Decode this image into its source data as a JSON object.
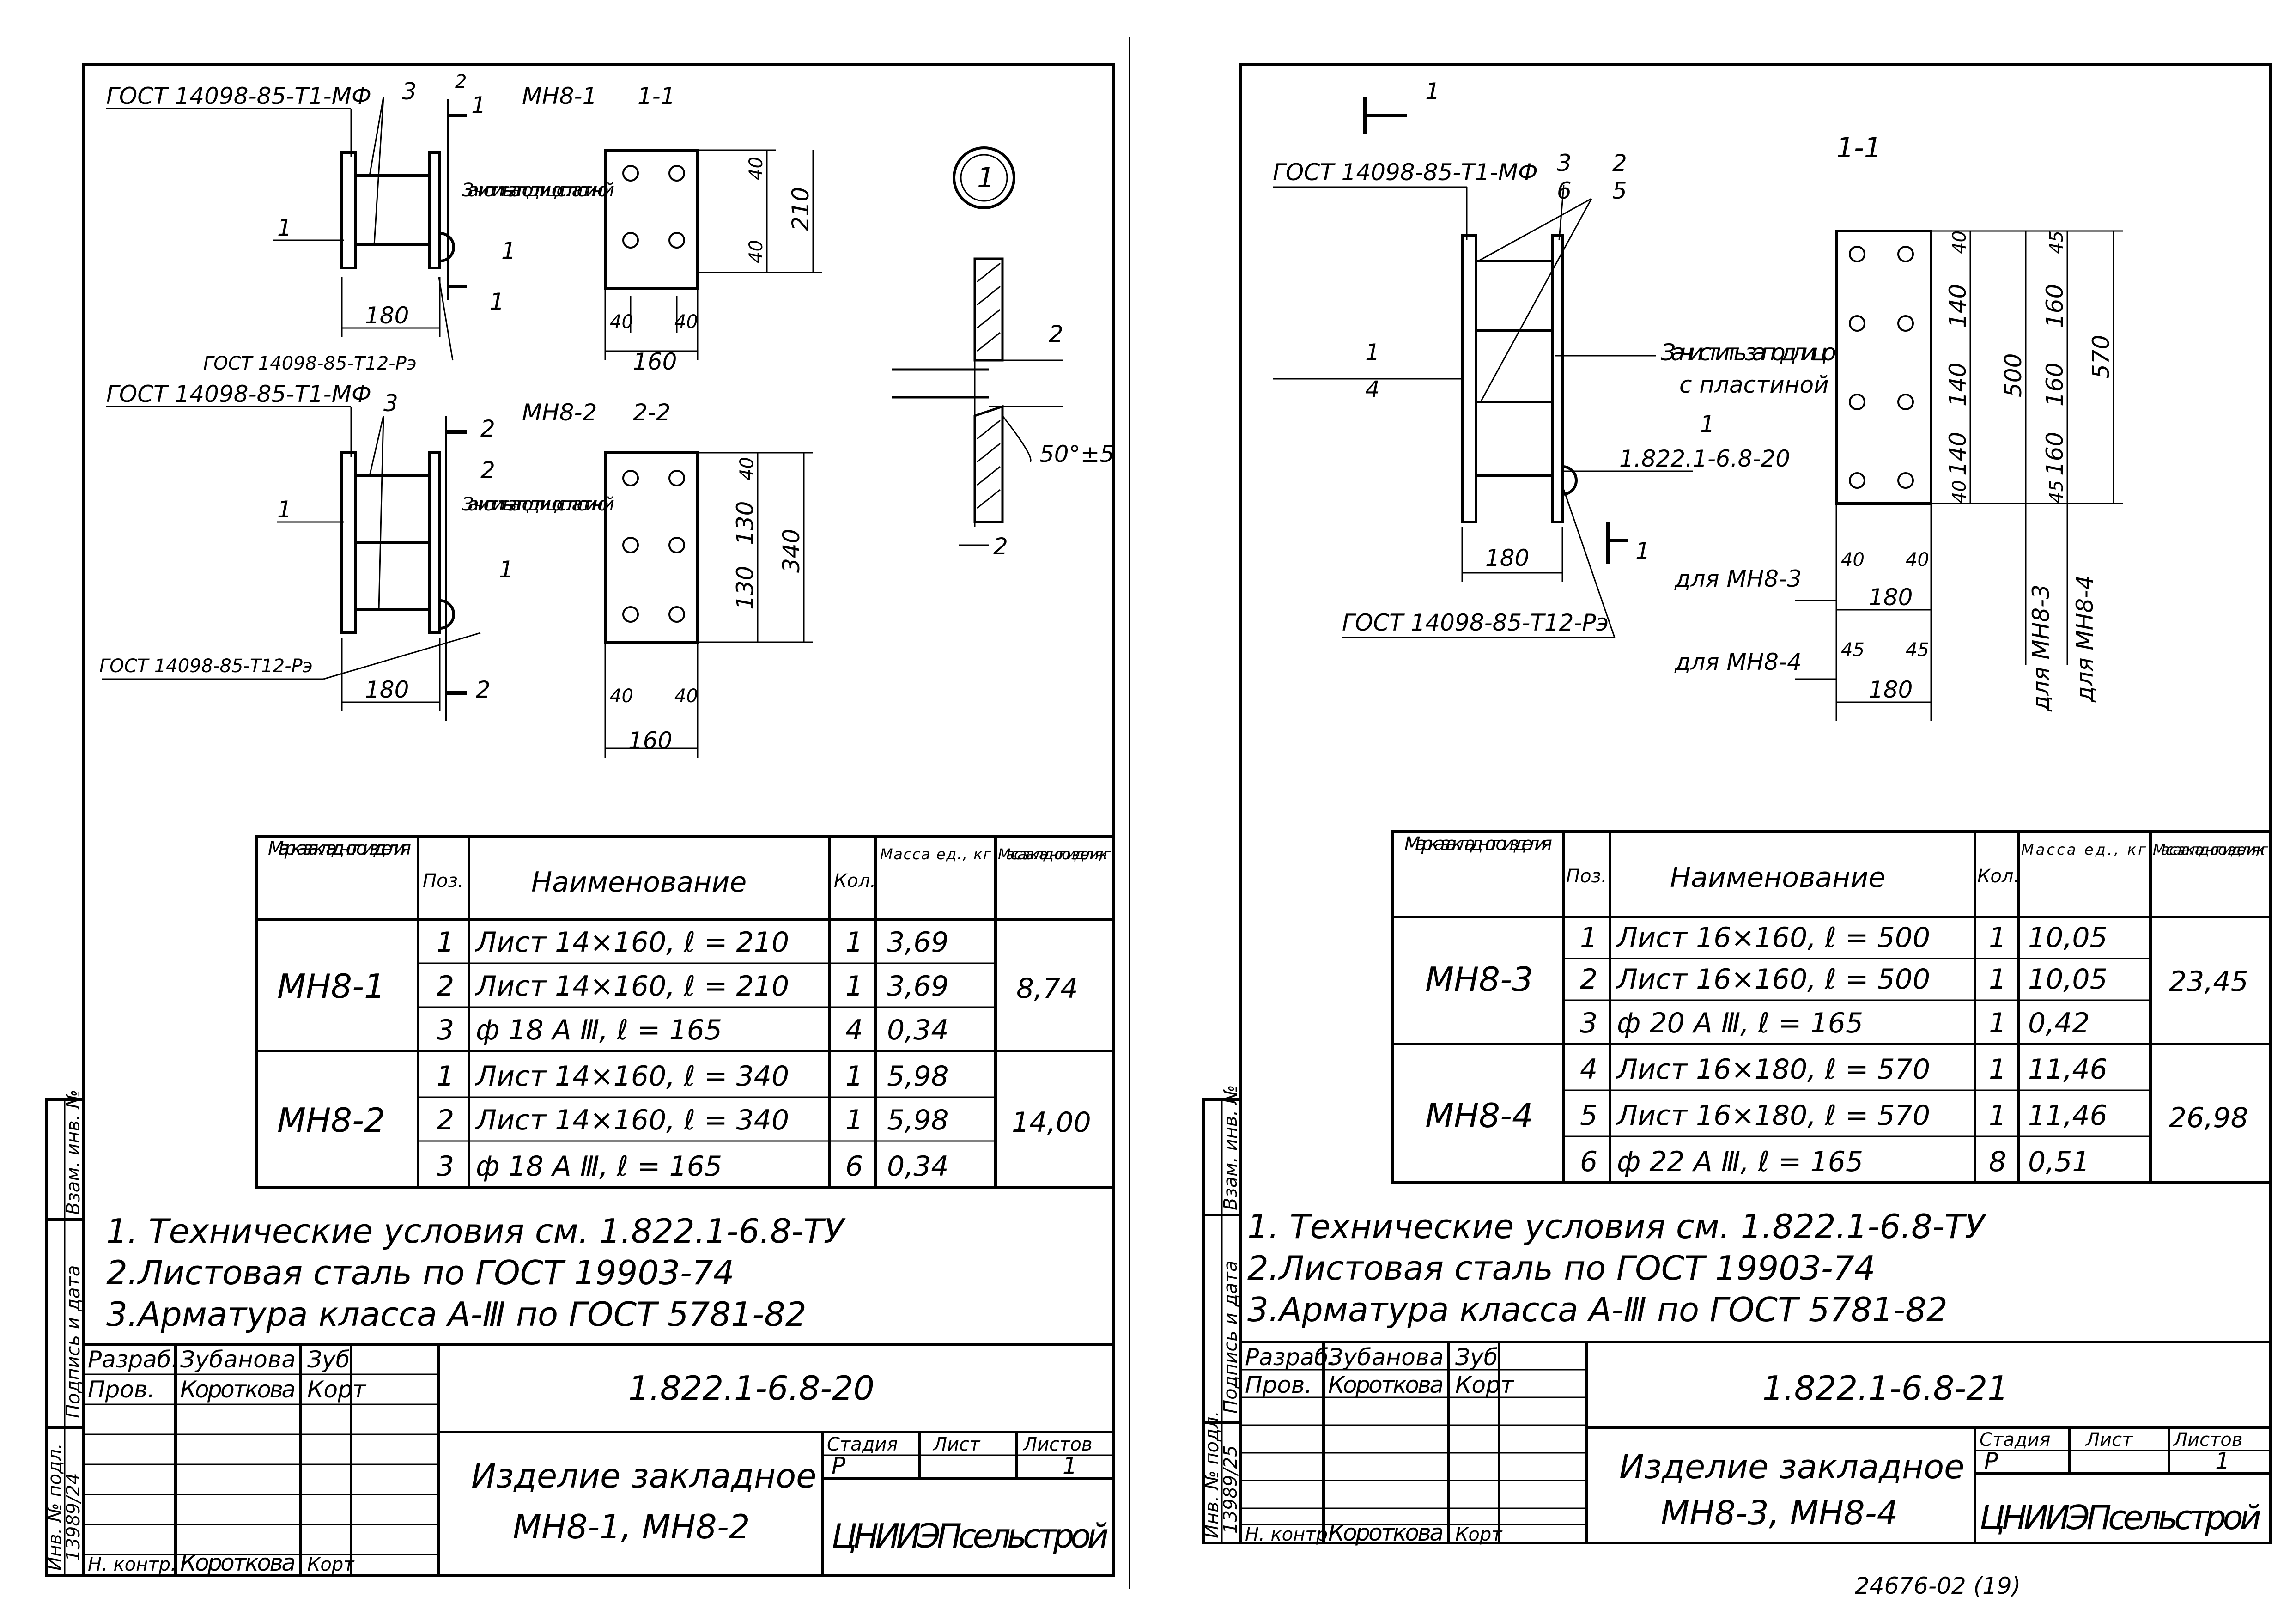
{
  "sheets": [
    {
      "drawing": {
        "gost_top": "ГОСТ 14098-85-Т1-МФ",
        "gost_bottom": "ГОСТ 14098-85-Т12-Рэ",
        "gost_mid": "ГОСТ 14098-85-Т1-МФ",
        "gost_bottom2": "ГОСТ 14098-85-Т12-Рэ",
        "mark1": "МН8-1",
        "mark2": "МН8-2",
        "section1": "1-1",
        "section2": "2-2",
        "cut1": "1",
        "cut2": "2",
        "note_clean1": "Зачистить заподлицо с пластиной",
        "note_clean2": "Зачистить заподлицо с пластиной",
        "pos1": "1",
        "pos2": "2",
        "pos3": "3",
        "dim_180": "180",
        "dim_160": "160",
        "dim_40": "40",
        "dim_210": "210",
        "dim_130": "130",
        "dim_340": "340",
        "detail_num": "1",
        "detail_gap": "2",
        "detail_angle": "50°±5",
        "detail_2": "2"
      },
      "table": {
        "headers": [
          "Марка закладного изделия",
          "Поз.",
          "Наименование",
          "Кол.",
          "Масса ед., кг",
          "Масса закладного изделия, кг"
        ],
        "groups": [
          {
            "mark": "МН8-1",
            "total": "8,74",
            "rows": [
              {
                "pos": "1",
                "name": "Лист 14×160,   ℓ = 210",
                "qty": "1",
                "mass": "3,69"
              },
              {
                "pos": "2",
                "name": "Лист 14×160,   ℓ = 210",
                "qty": "1",
                "mass": "3,69"
              },
              {
                "pos": "3",
                "name": "ф 18 А Ⅲ,        ℓ = 165",
                "qty": "4",
                "mass": "0,34"
              }
            ]
          },
          {
            "mark": "МН8-2",
            "total": "14,00",
            "rows": [
              {
                "pos": "1",
                "name": "Лист 14×160,  ℓ = 340",
                "qty": "1",
                "mass": "5,98"
              },
              {
                "pos": "2",
                "name": "Лист 14×160,  ℓ = 340",
                "qty": "1",
                "mass": "5,98"
              },
              {
                "pos": "3",
                "name": "ф 18 А Ⅲ,        ℓ = 165",
                "qty": "6",
                "mass": "0,34"
              }
            ]
          }
        ]
      },
      "notes": [
        "1. Технические условия см. 1.822.1-6.8-ТУ",
        "2.Листовая сталь по ГОСТ 19903-74",
        "3.Арматура класса А-Ⅲ по ГОСТ 5781-82"
      ],
      "side_labels": [
        "Инв. № подл.",
        "Подпись и дата",
        "Взам. инв. №"
      ],
      "inv_number": "13989/24",
      "title_block": {
        "razrab_label": "Разраб.",
        "razrab_name": "Зубанова",
        "razrab_sign": "Зуб",
        "prov_label": "Пров.",
        "prov_name": "Короткова",
        "prov_sign": "Корт",
        "nkontr_label": "Н. контр.",
        "nkontr_name": "Короткова",
        "nkontr_sign": "Корт",
        "code": "1.822.1-6.8-20",
        "title1": "Изделие закладное",
        "title2": "МН8-1, МН8-2",
        "stadia_label": "Стадия",
        "list_label": "Лист",
        "listov_label": "Листов",
        "stadia": "Р",
        "list": "",
        "listov": "1",
        "org": "ЦНИИЭПсельстрой"
      }
    },
    {
      "drawing": {
        "gost_top": "ГОСТ 14098-85-Т1-МФ",
        "gost_bottom": "ГОСТ 14098-85-Т12-Рэ",
        "section": "1-1",
        "cut": "1",
        "pos_3_6": "3",
        "pos_6": "6",
        "pos_2": "2",
        "pos_5": "5",
        "pos_1": "1",
        "pos_4": "4",
        "pos_1b": "1",
        "note_clean": "Зачистить заподлицо",
        "note_clean2": "с пластиной",
        "ref": "1.822.1-6.8-20",
        "dim_180": "180",
        "dim_40": "40",
        "dim_45": "45",
        "dim_140": "140",
        "dim_160": "160",
        "dim_500": "500",
        "dim_570": "570",
        "for3": "для МН8-3",
        "for4": "для МН8-4",
        "vert3": "для МН8-3",
        "vert4": "для МН8-4"
      },
      "table": {
        "headers": [
          "Марка закладного изделия",
          "Поз.",
          "Наименование",
          "Кол.",
          "Масса ед., кг",
          "Масса закладного изделия, кг"
        ],
        "groups": [
          {
            "mark": "МН8-3",
            "total": "23,45",
            "rows": [
              {
                "pos": "1",
                "name": "Лист 16×160,   ℓ = 500",
                "qty": "1",
                "mass": "10,05"
              },
              {
                "pos": "2",
                "name": "Лист 16×160,   ℓ = 500",
                "qty": "1",
                "mass": "10,05"
              },
              {
                "pos": "3",
                "name": "ф 20 А Ⅲ,          ℓ = 165",
                "qty": "1",
                "mass": "0,42"
              }
            ]
          },
          {
            "mark": "МН8-4",
            "total": "26,98",
            "rows": [
              {
                "pos": "4",
                "name": "Лист 16×180,   ℓ = 570",
                "qty": "1",
                "mass": "11,46"
              },
              {
                "pos": "5",
                "name": "Лист 16×180,   ℓ = 570",
                "qty": "1",
                "mass": "11,46"
              },
              {
                "pos": "6",
                "name": "ф 22 А Ⅲ,          ℓ = 165",
                "qty": "8",
                "mass": "0,51"
              }
            ]
          }
        ]
      },
      "notes": [
        "1. Технические условия см. 1.822.1-6.8-ТУ",
        "2.Листовая сталь по ГОСТ 19903-74",
        "3.Арматура класса А-Ⅲ по ГОСТ 5781-82"
      ],
      "side_labels": [
        "Инв. № подл.",
        "Подпись и дата",
        "Взам. инв. №"
      ],
      "inv_number": "13989/25",
      "title_block": {
        "razrab_label": "Разраб.",
        "razrab_name": "Зубанова",
        "razrab_sign": "Зуб",
        "prov_label": "Пров.",
        "prov_name": "Короткова",
        "prov_sign": "Корт",
        "nkontr_label": "Н. контр.",
        "nkontr_name": "Короткова",
        "nkontr_sign": "Корт",
        "code": "1.822.1-6.8-21",
        "title1": "Изделие закладное",
        "title2": "МН8-3, МН8-4",
        "stadia_label": "Стадия",
        "list_label": "Лист",
        "listov_label": "Листов",
        "stadia": "Р",
        "list": "",
        "listov": "1",
        "org": "ЦНИИЭПсельстрой"
      }
    }
  ],
  "footer_stamp": "24676-02 (19)"
}
